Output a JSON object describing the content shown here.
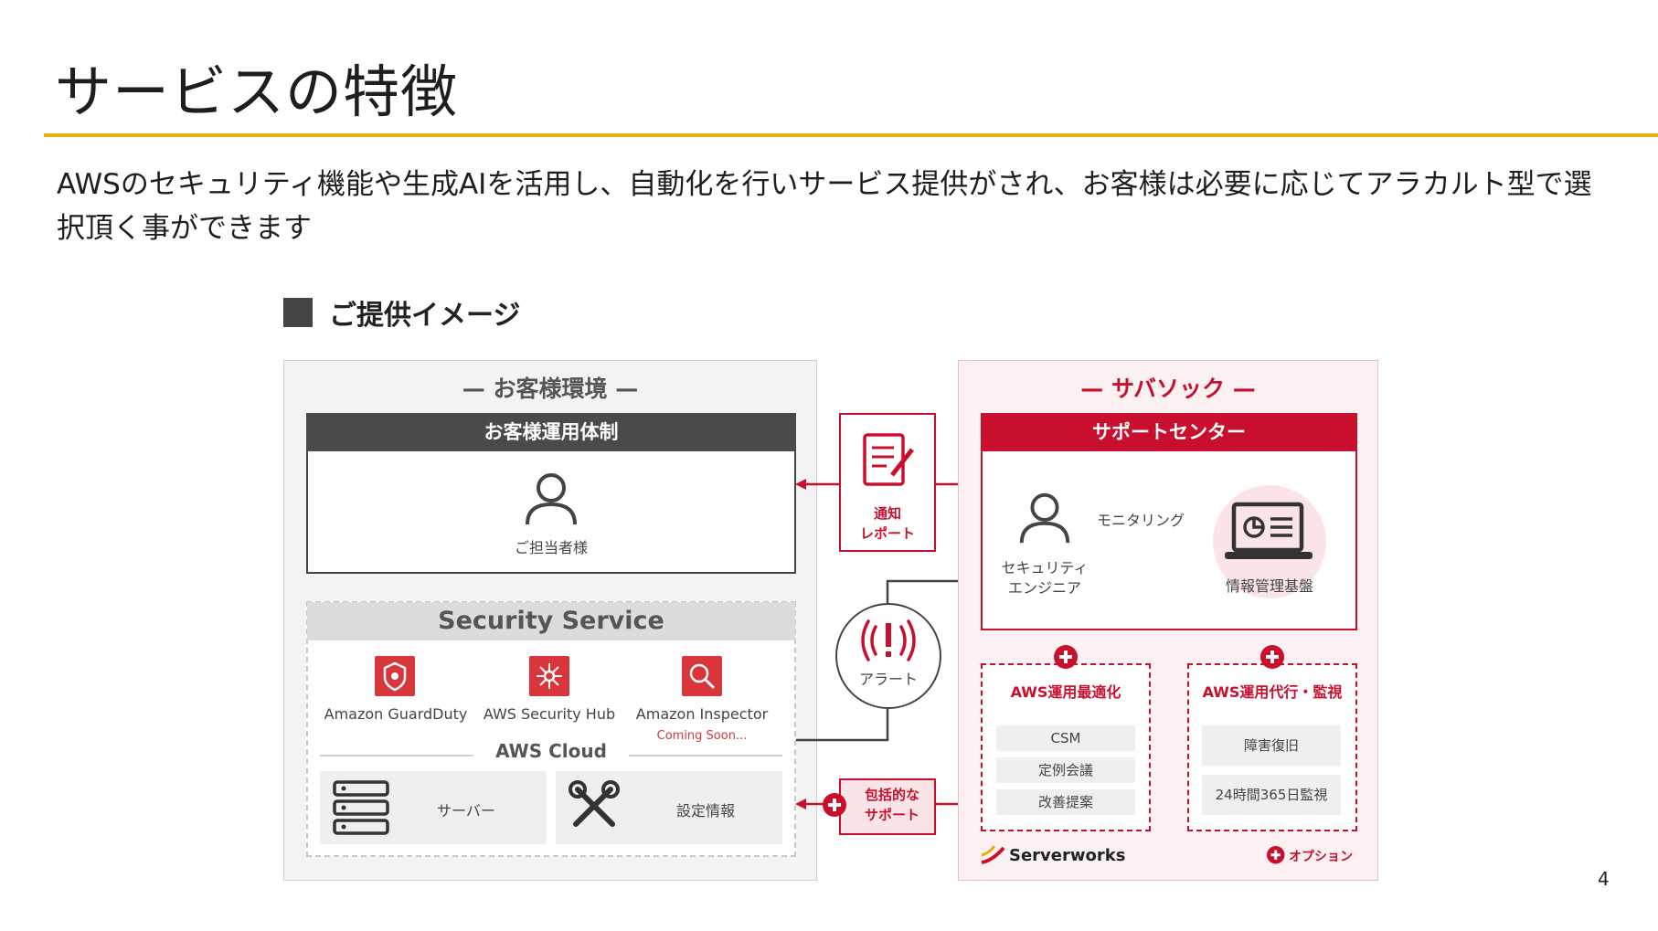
{
  "slide": {
    "title": "サービスの特徴",
    "description": "AWSのセキュリティ機能や生成AIを活用し、自動化を行いサービス提供がされ、お客様は必要に応じてアラカルト型で選択頂く事ができます",
    "section_label": "ご提供イメージ",
    "page_number": "4"
  },
  "customer_env": {
    "title": "— お客様環境 —",
    "ops_header": "お客様運用体制",
    "person_label": "ご担当者様",
    "security_service": {
      "title": "Security Service",
      "services": [
        {
          "label": "Amazon GuardDuty",
          "icon": "guardduty-icon"
        },
        {
          "label": "AWS Security Hub",
          "icon": "security-hub-icon"
        },
        {
          "label": "Amazon Inspector",
          "icon": "inspector-icon",
          "note": "Coming Soon..."
        }
      ],
      "cloud_label": "AWS Cloud",
      "tiles": [
        {
          "label": "サーバー",
          "icon": "server-icon"
        },
        {
          "label": "設定情報",
          "icon": "tools-icon"
        }
      ]
    }
  },
  "middle": {
    "notify_label_1": "通知",
    "notify_label_2": "レポート",
    "alert_label": "アラート",
    "support_label_1": "包括的な",
    "support_label_2": "サポート"
  },
  "serverworks_env": {
    "title": "— サバソック —",
    "support_center_header": "サポートセンター",
    "engineer_label_1": "セキュリティ",
    "engineer_label_2": "エンジニア",
    "monitoring_label": "モニタリング",
    "platform_label": "情報管理基盤",
    "optimization": {
      "title": "AWS運用最適化",
      "items": [
        "CSM",
        "定例会議",
        "改善提案"
      ]
    },
    "operations": {
      "title": "AWS運用代行・監視",
      "items": [
        "障害復旧",
        "24時間365日監視"
      ]
    },
    "brand": "Serverworks",
    "option_legend": "オプション"
  },
  "colors": {
    "accent_yellow": "#e8b00f",
    "brand_red": "#c8102e",
    "service_red": "#d9363b",
    "dark_gray": "#4a4a4a"
  }
}
